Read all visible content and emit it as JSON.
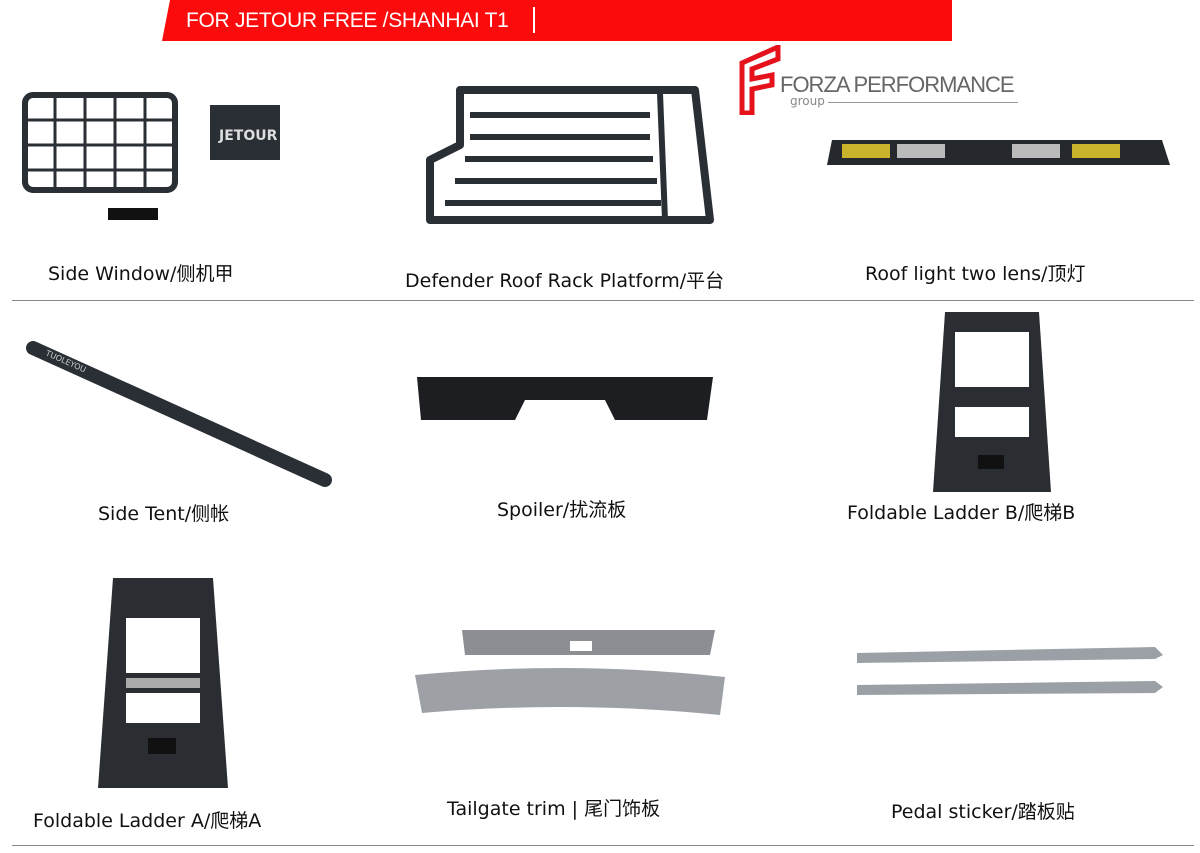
{
  "header": {
    "title": "FOR JETOUR FREE /SHANHAI T1"
  },
  "logo": {
    "brand": "FORZA PERFORMANCE",
    "sub": "group",
    "color": "#e5121b"
  },
  "accent": "#fb0b0b",
  "products": [
    {
      "label": "Side Window/侧机甲",
      "badge": "JETOUR"
    },
    {
      "label": "Defender Roof Rack Platform/平台"
    },
    {
      "label": "Roof light two lens/顶灯"
    },
    {
      "label": "Side Tent/侧帐",
      "badge": "TUOLEYOU"
    },
    {
      "label": "Spoiler/扰流板"
    },
    {
      "label": "Foldable Ladder B/爬梯B"
    },
    {
      "label": "Foldable Ladder A/爬梯A"
    },
    {
      "label": "Tailgate trim | 尾门饰板"
    },
    {
      "label": "Pedal sticker/踏板贴"
    }
  ]
}
